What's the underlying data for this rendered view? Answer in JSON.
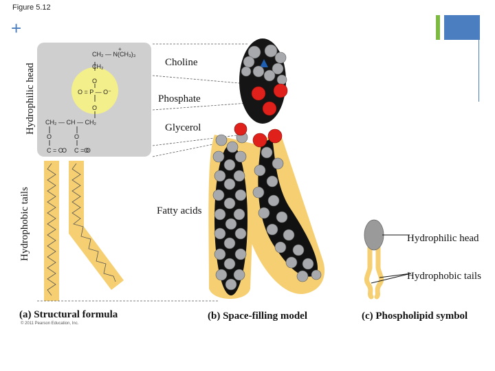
{
  "figure_title": "Figure 5.12",
  "corner_mark": "+",
  "side_labels": {
    "hydrophilic_head": "Hydrophilic head",
    "hydrophobic_tails": "Hydrophobic tails"
  },
  "structure_labels": {
    "choline": "Choline",
    "phosphate": "Phosphate",
    "glycerol": "Glycerol",
    "fatty_acids": "Fatty acids"
  },
  "formula": {
    "choline_line1": "CH₂ — N(CH₃)₃",
    "choline_charge": "+",
    "choline_line2": "CH₂",
    "phosphate_top_o": "O",
    "phosphate_mid": "O = P — O⁻",
    "phosphate_bottom_o": "O",
    "glycerol_line": "CH₂ — CH — CH₂",
    "ester_o1": "O",
    "ester_o2": "O",
    "carbonyl_left": "C = O",
    "carbonyl_right": "C = O",
    "carbonyl_o1": "O",
    "carbonyl_o2": "O"
  },
  "symbol_labels": {
    "head": "Hydrophilic head",
    "tails": "Hydrophobic tails"
  },
  "captions": {
    "structural": "(a) Structural formula",
    "space_filling": "(b) Space-filling model",
    "symbol": "(c) Phospholipid symbol"
  },
  "copyright": "© 2011 Pearson Education, Inc.",
  "colors": {
    "head_panel": "#cfcfcf",
    "phosphate_circle": "#f3ef8a",
    "tail_fill": "#f5cf72",
    "gray_atom": "#a7a9ac",
    "red_atom": "#e0211b",
    "black_atom": "#111111",
    "blue_atom": "#1f5fb3",
    "accent_green": "#7dba43",
    "accent_blue": "#4a7ec0"
  }
}
